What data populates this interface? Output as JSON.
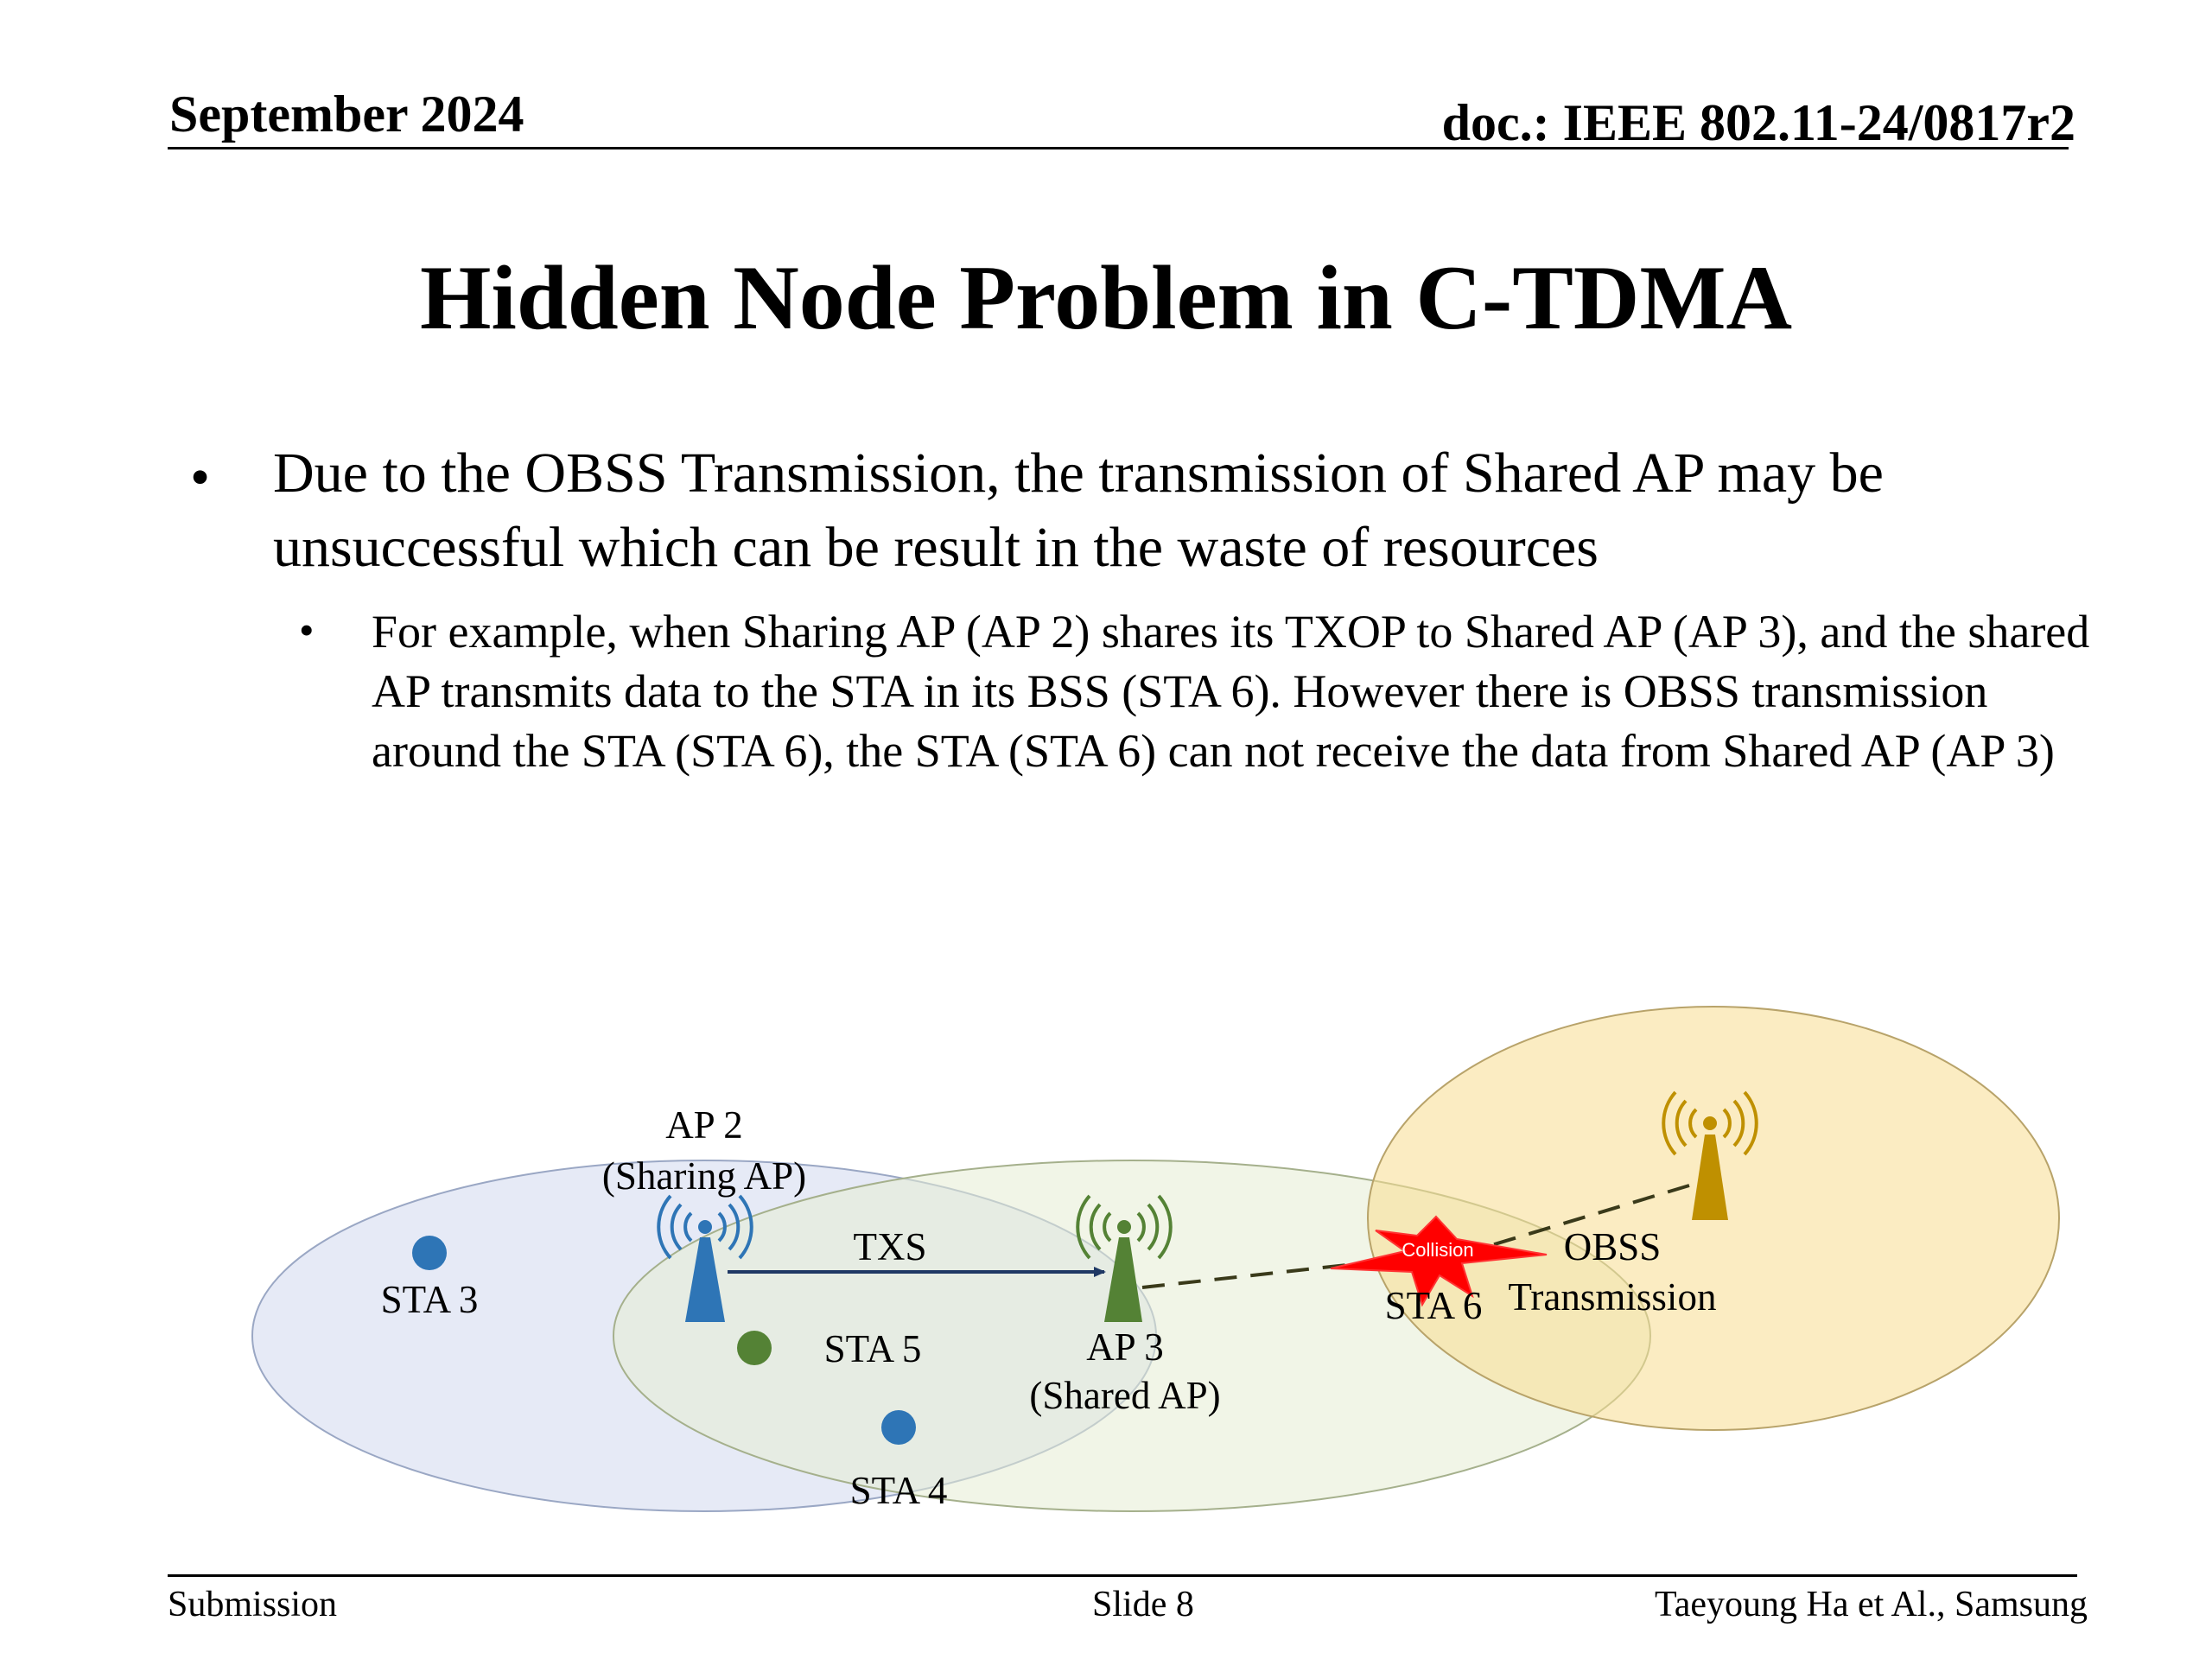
{
  "header": {
    "date": "September 2024",
    "doc_id": "doc.: IEEE 802.11-24/0817r2"
  },
  "title": "Hidden Node Problem in C-TDMA",
  "bullets": {
    "main": "Due to the OBSS Transmission, the transmission of Shared AP may be unsuccessful which can be result in the waste of resources",
    "sub": "For example, when Sharing AP (AP 2) shares its TXOP to Shared AP (AP 3), and the shared AP transmits data to the STA in its BSS (STA 6). However there is OBSS transmission around the STA (STA 6), the STA (STA 6) can not receive the data from Shared AP (AP 3)"
  },
  "diagram": {
    "ap2_label": "AP 2",
    "ap2_role": "(Sharing AP)",
    "ap3_label": "AP 3",
    "ap3_role": "(Shared AP)",
    "sta3": "STA 3",
    "sta4": "STA 4",
    "sta5": "STA 5",
    "sta6": "STA 6",
    "txs": "TXS",
    "obss_line1": "OBSS",
    "obss_line2": "Transmission",
    "collision": "Collision",
    "colors": {
      "bss2_fill": "#dde3f3",
      "bss3_fill": "#e5ecd3",
      "obss_fill": "#f7dc8f",
      "ap2_blue": "#2e75b6",
      "ap3_green": "#548235",
      "obss_gold": "#bf9000",
      "collision_red": "#ff0000"
    }
  },
  "footer": {
    "left": "Submission",
    "center": "Slide 8",
    "right": "Taeyoung Ha et Al., Samsung"
  }
}
